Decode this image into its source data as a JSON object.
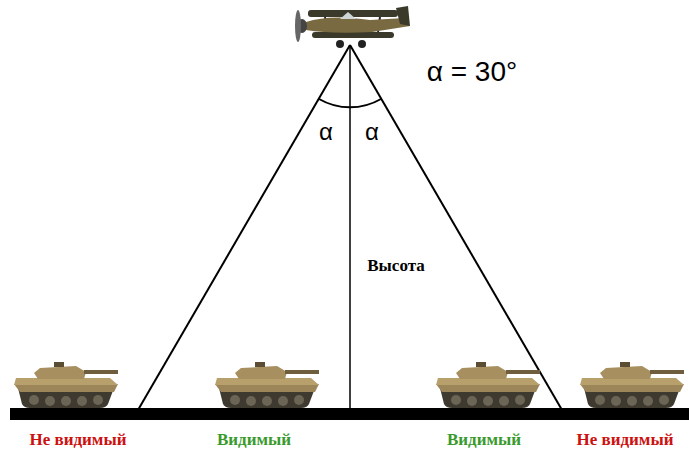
{
  "diagram": {
    "labels": [
      "α = 30°",
      "α",
      "α",
      "Высота",
      "Не видимый",
      "Видимый",
      "Видимый",
      "Не видимый"
    ]
  }
}
